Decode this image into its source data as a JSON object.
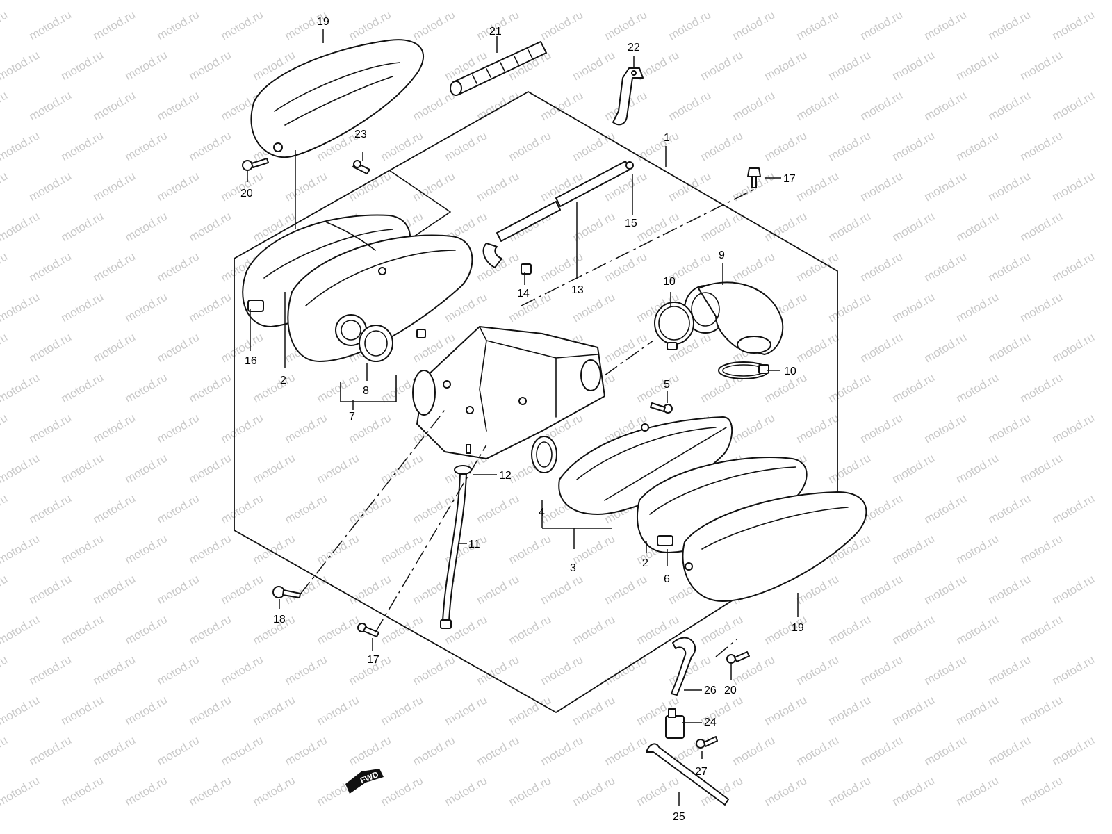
{
  "watermark": {
    "text": "motod.ru",
    "color": "#c9c9c9"
  },
  "direction_badge": {
    "label": "FWD",
    "icon": "arrow-left-icon"
  },
  "callouts": {
    "c1": "1",
    "c2a": "2",
    "c2b": "2",
    "c3": "3",
    "c4": "4",
    "c5": "5",
    "c6": "6",
    "c7": "7",
    "c8": "8",
    "c9": "9",
    "c10a": "10",
    "c10b": "10",
    "c11": "11",
    "c12": "12",
    "c13": "13",
    "c14": "14",
    "c15": "15",
    "c16": "16",
    "c17a": "17",
    "c17b": "17",
    "c18": "18",
    "c19a": "19",
    "c19b": "19",
    "c20a": "20",
    "c20b": "20",
    "c21": "21",
    "c22": "22",
    "c23": "23",
    "c24": "24",
    "c25": "25",
    "c26": "26",
    "c27": "27"
  }
}
